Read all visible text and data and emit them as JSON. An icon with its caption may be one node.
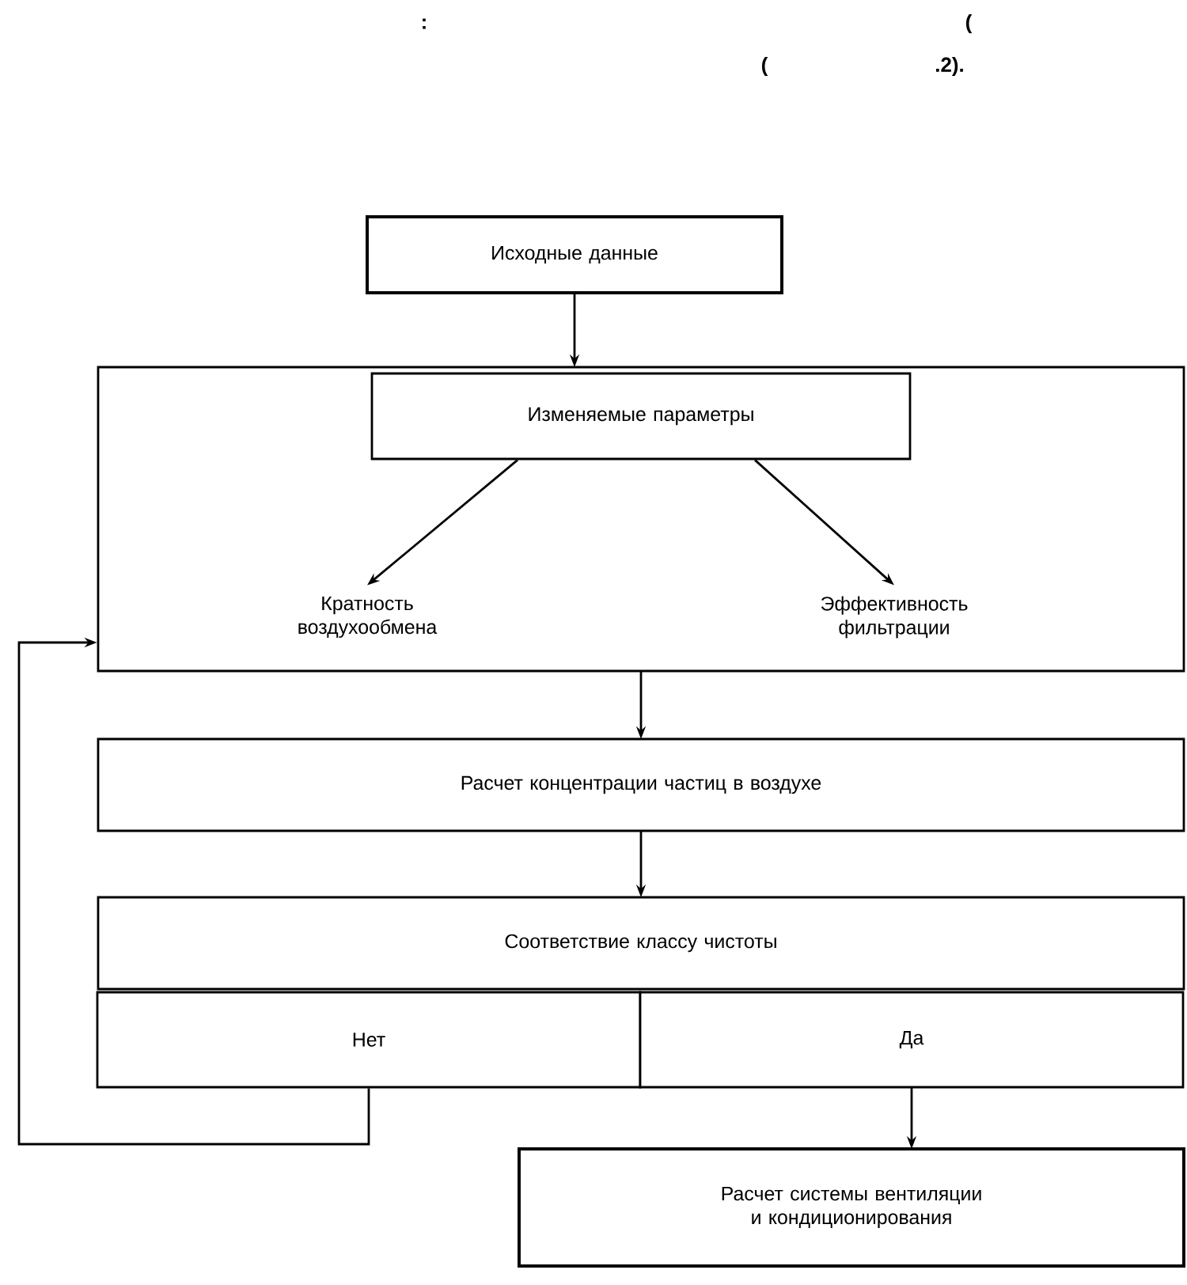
{
  "diagram": {
    "nodes": [
      {
        "text": [
          "Исходные данные"
        ]
      },
      {
        "text": [],
        "shape": "box"
      },
      {
        "text": [
          "Изменяемые параметры"
        ],
        "in": 1
      },
      {
        "text": [
          "Кратность воздухообмена"
        ],
        "in": 1
      },
      {
        "text": [
          "Эффективность фильтрации"
        ],
        "in": 1
      },
      {
        "text": [
          "Расчет концентрации частиц в воздухе"
        ]
      },
      {
        "text": [
          "Соответствие классу чистоты"
        ]
      },
      {
        "text": [
          "Нет"
        ]
      },
      {
        "text": [
          "Да"
        ]
      },
      {
        "text": [
          "Расчет системы вентиляции и кондиционирования"
        ]
      }
    ],
    "edges": [
      {
        "from": 0,
        "to": 1,
        "arrow": "to"
      },
      {
        "from": 2,
        "to": 3,
        "arrow": "to"
      },
      {
        "from": 2,
        "to": 4,
        "arrow": "to"
      },
      {
        "from": 1,
        "to": 5,
        "arrow": "to"
      },
      {
        "from": 5,
        "to": 6,
        "arrow": "to"
      },
      {
        "from": 8,
        "to": 9,
        "arrow": "to"
      },
      {
        "from": 7,
        "to": 1,
        "arrow": "to"
      }
    ],
    "labels": [
      ":",
      "(",
      "(",
      ".2)."
    ]
  }
}
